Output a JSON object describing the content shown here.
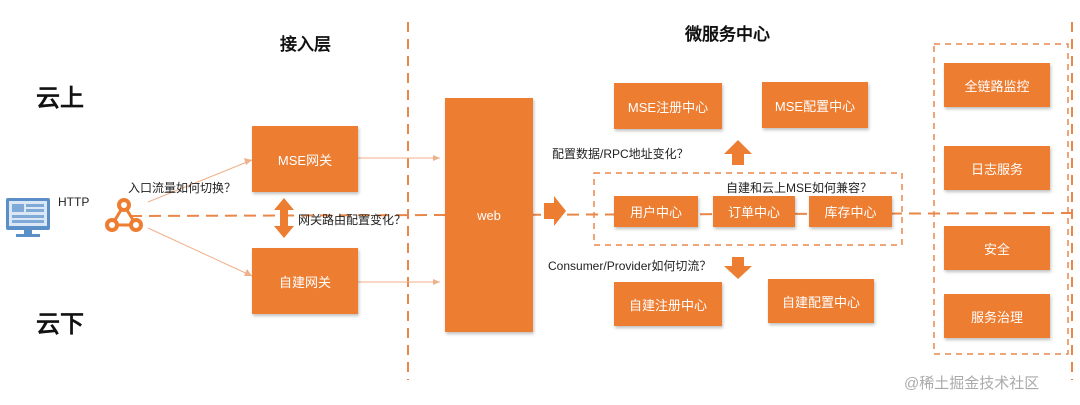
{
  "sections": {
    "access_layer": "接入层",
    "microservice_center": "微服务中心"
  },
  "zones": {
    "cloud_up": "云上",
    "cloud_down": "云下"
  },
  "client": {
    "protocol": "HTTP"
  },
  "gateways": {
    "mse": "MSE网关",
    "self_built": "自建网关"
  },
  "web": {
    "label": "web"
  },
  "registries": {
    "mse_registry": "MSE注册中心",
    "mse_config": "MSE配置中心",
    "self_registry": "自建注册中心",
    "self_config": "自建配置中心"
  },
  "services": [
    "用户中心",
    "订单中心",
    "库存中心"
  ],
  "right_panel": [
    "全链路监控",
    "日志服务",
    "安全",
    "服务治理"
  ],
  "questions": {
    "traffic_switch": "入口流量如何切换？",
    "gateway_route": "网关路由配置变化？",
    "config_change": "配置数据/RPC地址变化？",
    "compatibility": "自建和云上MSE如何兼容？",
    "consumer_provider": "Consumer/Provider如何切流？"
  },
  "watermark": "@稀土掘金技术社区",
  "colors": {
    "accent": "#ed7d31",
    "dashed_line": "#e9874a"
  }
}
